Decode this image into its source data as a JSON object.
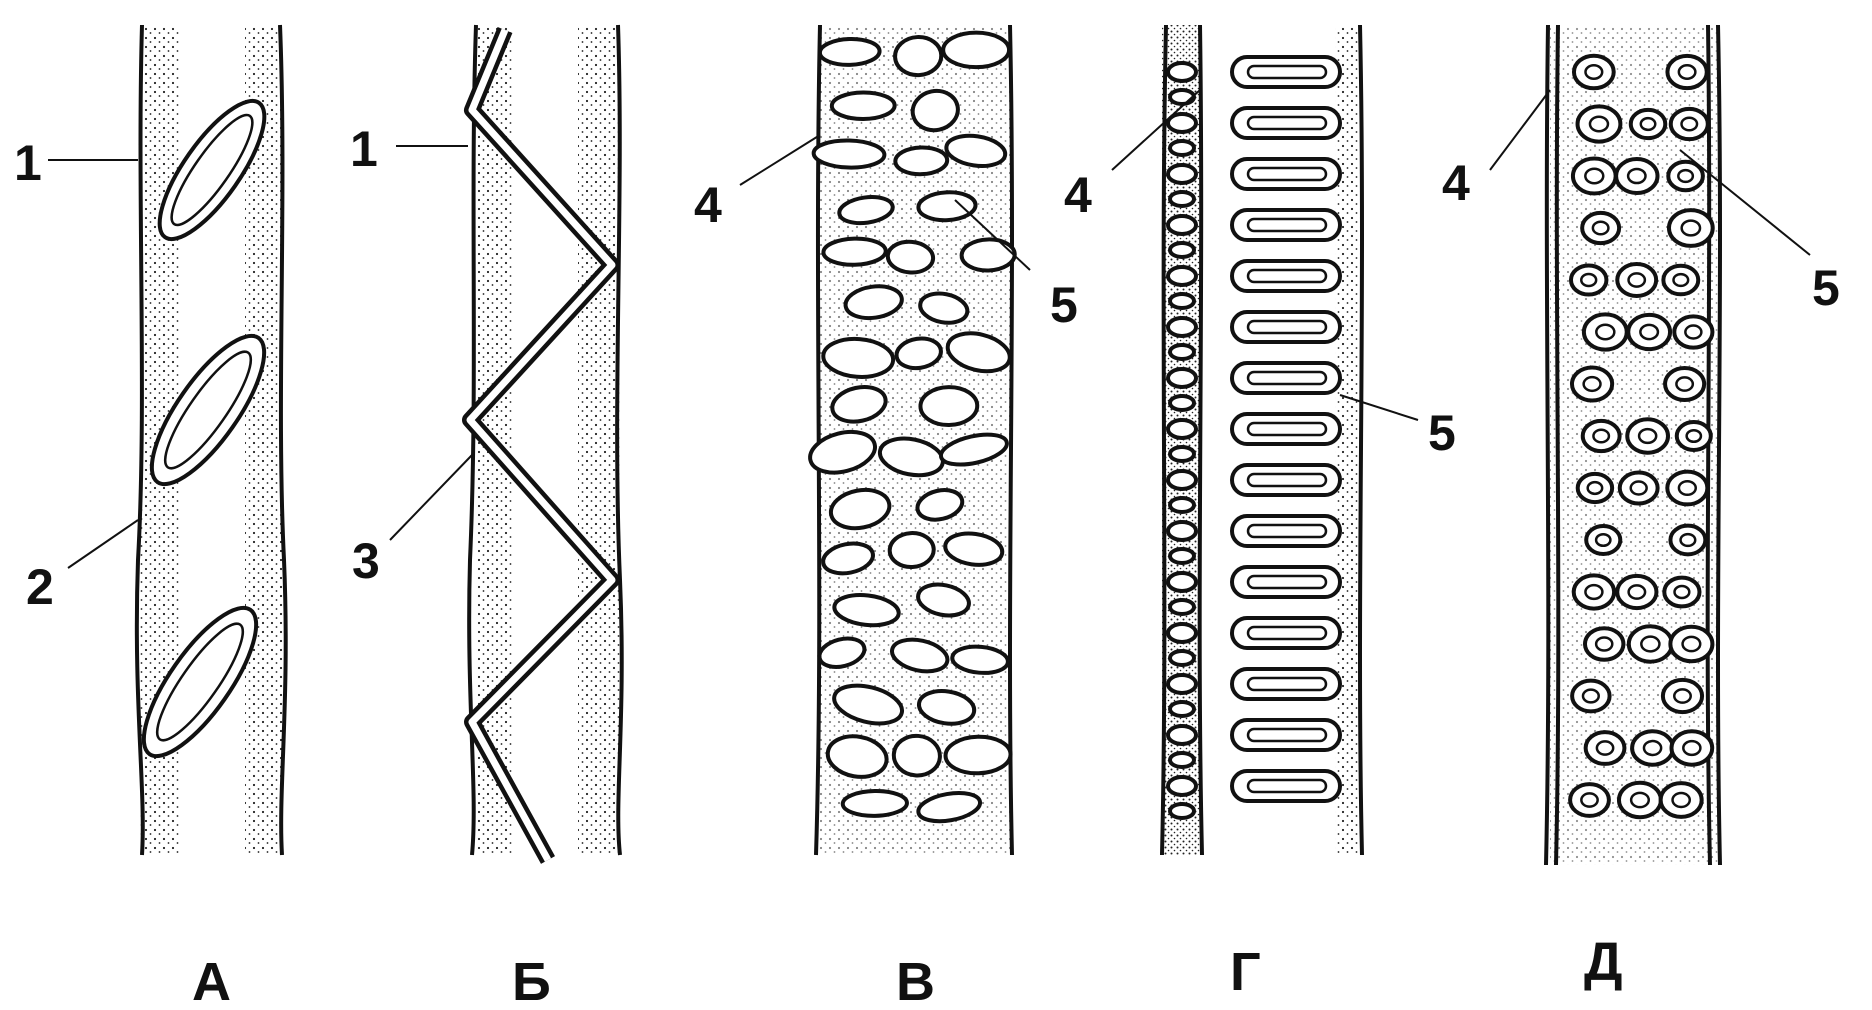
{
  "vessels": [
    {
      "id": "A",
      "caption": "А",
      "labels": [
        "1",
        "2"
      ]
    },
    {
      "id": "B",
      "caption": "Б",
      "labels": [
        "1",
        "3"
      ]
    },
    {
      "id": "V",
      "caption": "В",
      "labels": [
        "4",
        "5"
      ]
    },
    {
      "id": "G",
      "caption": "Г",
      "labels": [
        "4",
        "5"
      ]
    },
    {
      "id": "D",
      "caption": "Д",
      "labels": [
        "4",
        "5"
      ]
    }
  ],
  "colors": {
    "ink": "#111111",
    "background": "#ffffff"
  }
}
